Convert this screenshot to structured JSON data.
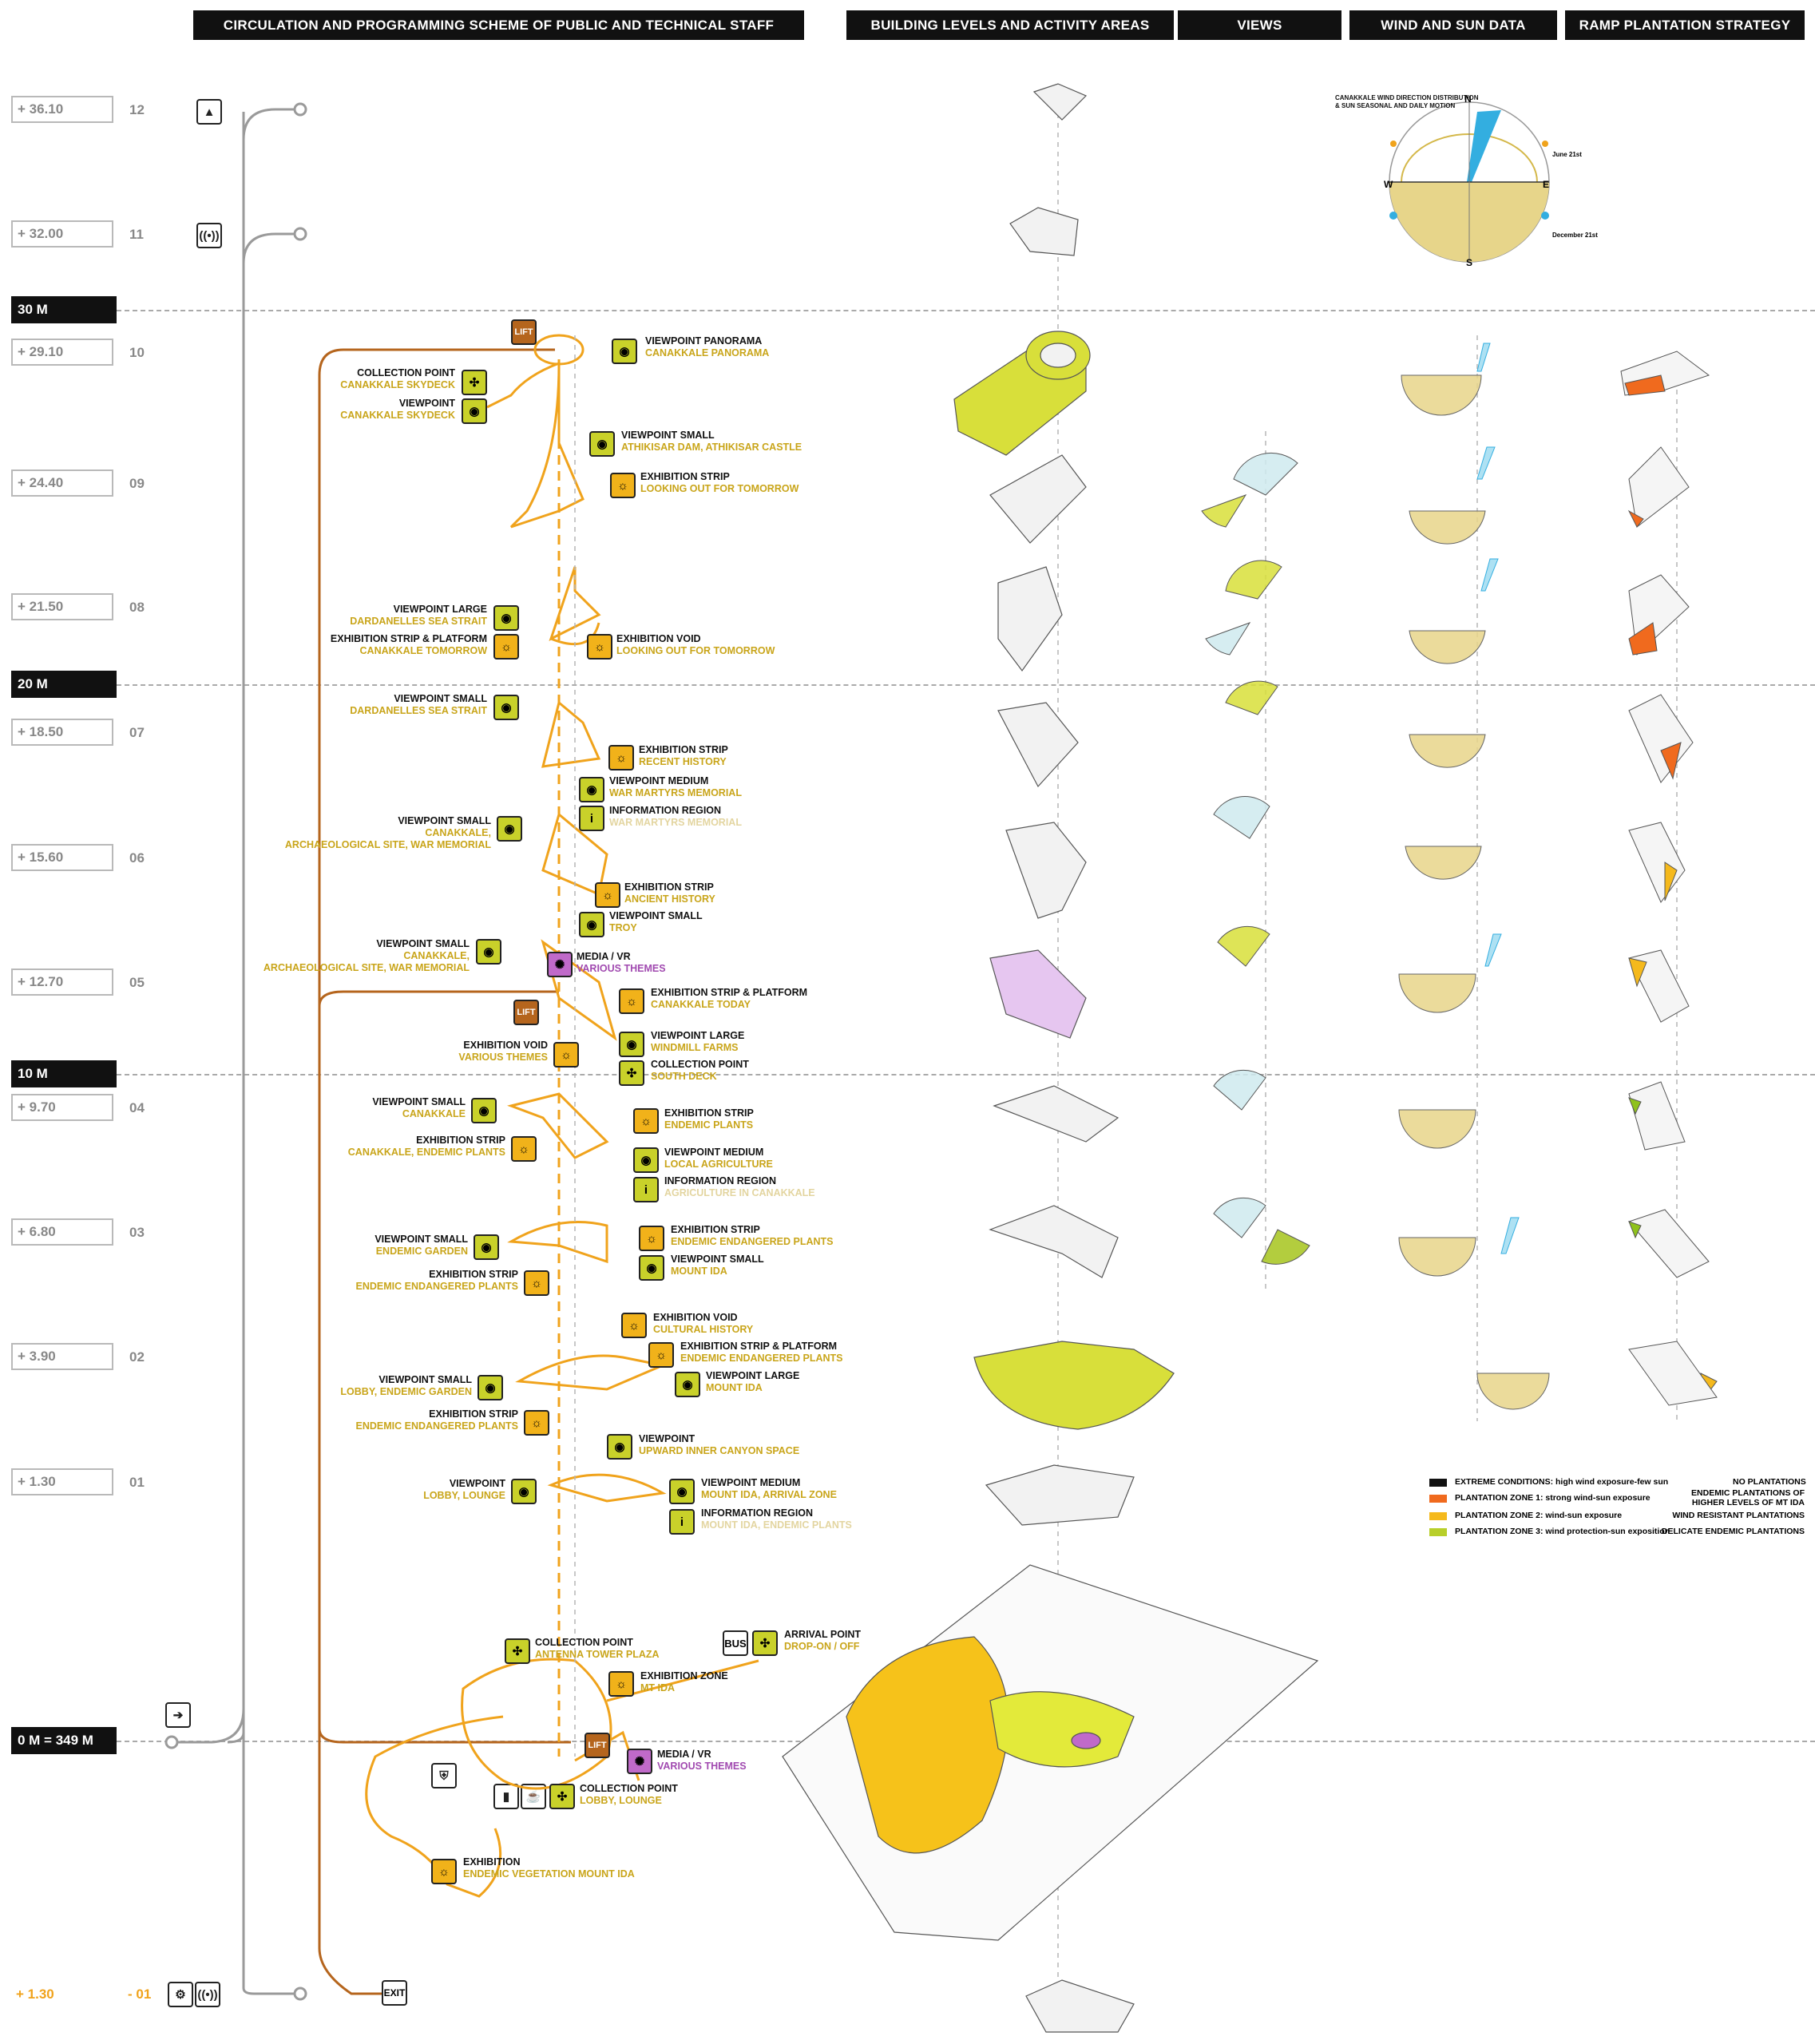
{
  "headers": {
    "circulation": "CIRCULATION AND PROGRAMMING SCHEME OF PUBLIC AND TECHNICAL STAFF",
    "levels": "BUILDING LEVELS AND ACTIVITY AREAS",
    "views": "VIEWS",
    "wind": "WIND AND SUN DATA",
    "ramp": "RAMP PLANTATION STRATEGY"
  },
  "levels": [
    {
      "elev": "+ 36.10",
      "num": "12"
    },
    {
      "elev": "+ 32.00",
      "num": "11"
    },
    {
      "elev": "+ 29.10",
      "num": "10"
    },
    {
      "elev": "+ 24.40",
      "num": "09"
    },
    {
      "elev": "+ 21.50",
      "num": "08"
    },
    {
      "elev": "+ 18.50",
      "num": "07"
    },
    {
      "elev": "+ 15.60",
      "num": "06"
    },
    {
      "elev": "+ 12.70",
      "num": "05"
    },
    {
      "elev": "+  9.70",
      "num": "04"
    },
    {
      "elev": "+  6.80",
      "num": "03"
    },
    {
      "elev": "+  3.90",
      "num": "02"
    },
    {
      "elev": "+  1.30",
      "num": "01"
    }
  ],
  "basement": {
    "elev": "+ 1.30",
    "num": "- 01"
  },
  "meters": [
    "30 M",
    "20 M",
    "10 M",
    "0 M = 349 M"
  ],
  "tiles": {
    "lift": "LIFT",
    "exit": "EXIT",
    "bus": "BUS",
    "info": "i"
  },
  "activities": {
    "a1": {
      "t": "VIEWPOINT PANORAMA",
      "s": "CANAKKALE PANORAMA"
    },
    "a2": {
      "t": "COLLECTION POINT",
      "s": "CANAKKALE SKYDECK"
    },
    "a3": {
      "t": "VIEWPOINT",
      "s": "CANAKKALE SKYDECK"
    },
    "a4": {
      "t": "VIEWPOINT SMALL",
      "s": "ATHIKISAR DAM, ATHIKISAR CASTLE"
    },
    "a5": {
      "t": "EXHIBITION STRIP",
      "s": "LOOKING OUT FOR TOMORROW"
    },
    "a6": {
      "t": "VIEWPOINT LARGE",
      "s": "DARDANELLES SEA STRAIT"
    },
    "a7": {
      "t": "EXHIBITION STRIP & PLATFORM",
      "s": "CANAKKALE TOMORROW"
    },
    "a8": {
      "t": "EXHIBITION VOID",
      "s": "LOOKING OUT FOR TOMORROW"
    },
    "a9": {
      "t": "VIEWPOINT SMALL",
      "s": "DARDANELLES SEA STRAIT"
    },
    "a10": {
      "t": "EXHIBITION STRIP",
      "s": "RECENT HISTORY"
    },
    "a11": {
      "t": "VIEWPOINT MEDIUM",
      "s": "WAR MARTYRS MEMORIAL"
    },
    "a12": {
      "t": "INFORMATION REGION",
      "s": "WAR MARTYRS MEMORIAL"
    },
    "a13": {
      "t": "VIEWPOINT SMALL",
      "s": "CANAKKALE,",
      "s2": "ARCHAEOLOGICAL SITE, WAR MEMORIAL"
    },
    "a14": {
      "t": "EXHIBITION STRIP",
      "s": "ANCIENT HISTORY"
    },
    "a15": {
      "t": "VIEWPOINT SMALL",
      "s": "TROY"
    },
    "a16": {
      "t": "VIEWPOINT SMALL",
      "s": "CANAKKALE,",
      "s2": "ARCHAEOLOGICAL SITE, WAR MEMORIAL"
    },
    "a17": {
      "t": "MEDIA / VR",
      "s": "VARIOUS THEMES"
    },
    "a18": {
      "t": "EXHIBITION STRIP & PLATFORM",
      "s": "CANAKKALE TODAY"
    },
    "a19": {
      "t": "EXHIBITION VOID",
      "s": "VARIOUS THEMES"
    },
    "a20": {
      "t": "VIEWPOINT LARGE",
      "s": "WINDMILL FARMS"
    },
    "a21": {
      "t": "COLLECTION POINT",
      "s": "SOUTH DECK"
    },
    "a22": {
      "t": "VIEWPOINT SMALL",
      "s": "CANAKKALE"
    },
    "a23": {
      "t": "EXHIBITION STRIP",
      "s": "ENDEMIC PLANTS"
    },
    "a24": {
      "t": "EXHIBITION STRIP",
      "s": "CANAKKALE, ENDEMIC PLANTS"
    },
    "a25": {
      "t": "VIEWPOINT MEDIUM",
      "s": "LOCAL AGRICULTURE"
    },
    "a26": {
      "t": "INFORMATION REGION",
      "s": "AGRICULTURE IN CANAKKALE"
    },
    "a27": {
      "t": "VIEWPOINT SMALL",
      "s": "ENDEMIC GARDEN"
    },
    "a28": {
      "t": "EXHIBITION STRIP",
      "s": "ENDEMIC ENDANGERED PLANTS"
    },
    "a29": {
      "t": "EXHIBITION STRIP",
      "s": "ENDEMIC ENDANGERED PLANTS"
    },
    "a30": {
      "t": "VIEWPOINT SMALL",
      "s": "MOUNT IDA"
    },
    "a31": {
      "t": "EXHIBITION VOID",
      "s": "CULTURAL HISTORY"
    },
    "a32": {
      "t": "EXHIBITION STRIP & PLATFORM",
      "s": "ENDEMIC ENDANGERED PLANTS"
    },
    "a33": {
      "t": "VIEWPOINT SMALL",
      "s": "LOBBY, ENDEMIC GARDEN"
    },
    "a34": {
      "t": "VIEWPOINT LARGE",
      "s": "MOUNT IDA"
    },
    "a35": {
      "t": "EXHIBITION STRIP",
      "s": "ENDEMIC ENDANGERED PLANTS"
    },
    "a36": {
      "t": "VIEWPOINT",
      "s": "UPWARD INNER CANYON SPACE"
    },
    "a37": {
      "t": "VIEWPOINT",
      "s": "LOBBY, LOUNGE"
    },
    "a38": {
      "t": "VIEWPOINT MEDIUM",
      "s": "MOUNT IDA, ARRIVAL ZONE"
    },
    "a39": {
      "t": "INFORMATION REGION",
      "s": "MOUNT IDA, ENDEMIC PLANTS"
    },
    "a40": {
      "t": "COLLECTION POINT",
      "s": "ANTENNA TOWER PLAZA"
    },
    "a41": {
      "t": "ARRIVAL POINT",
      "s": "DROP-ON / OFF"
    },
    "a42": {
      "t": "EXHIBITION ZONE",
      "s": "MT IDA"
    },
    "a43": {
      "t": "MEDIA / VR",
      "s": "VARIOUS THEMES"
    },
    "a44": {
      "t": "COLLECTION POINT",
      "s": "LOBBY, LOUNGE"
    },
    "a45": {
      "t": "EXHIBITION",
      "s": "ENDEMIC VEGETATION MOUNT IDA"
    }
  },
  "wind_chart": {
    "title1": "CANAKKALE WIND DIRECTION DISTRIBUTION",
    "title2": "& SUN SEASONAL AND DAILY MOTION",
    "n": "N",
    "s": "S",
    "e": "E",
    "w": "W",
    "june": "June 21st",
    "december": "December 21st"
  },
  "legend": [
    {
      "color": "#111111",
      "label": "EXTREME CONDITIONS: high wind exposure-few sun",
      "right": "NO PLANTATIONS"
    },
    {
      "color": "#f06a1e",
      "label": "PLANTATION ZONE 1: strong wind-sun exposure",
      "right": "ENDEMIC  PLANTATIONS OF",
      "right2": "HIGHER LEVELS OF MT IDA"
    },
    {
      "color": "#f5b91c",
      "label": "PLANTATION ZONE 2: wind-sun exposure",
      "right": "WIND RESISTANT PLANTATIONS"
    },
    {
      "color": "#b8cf2a",
      "label": "PLANTATION ZONE 3: wind protection-sun exposition",
      "right": "DELICATE ENDEMIC PLANTATIONS"
    }
  ],
  "colors": {
    "route_orange": "#f0a31c",
    "lift_brown": "#b5651d",
    "grey_line": "#9a9a9a",
    "yellow_green": "#c9d12a",
    "sky": "#33aee0"
  }
}
